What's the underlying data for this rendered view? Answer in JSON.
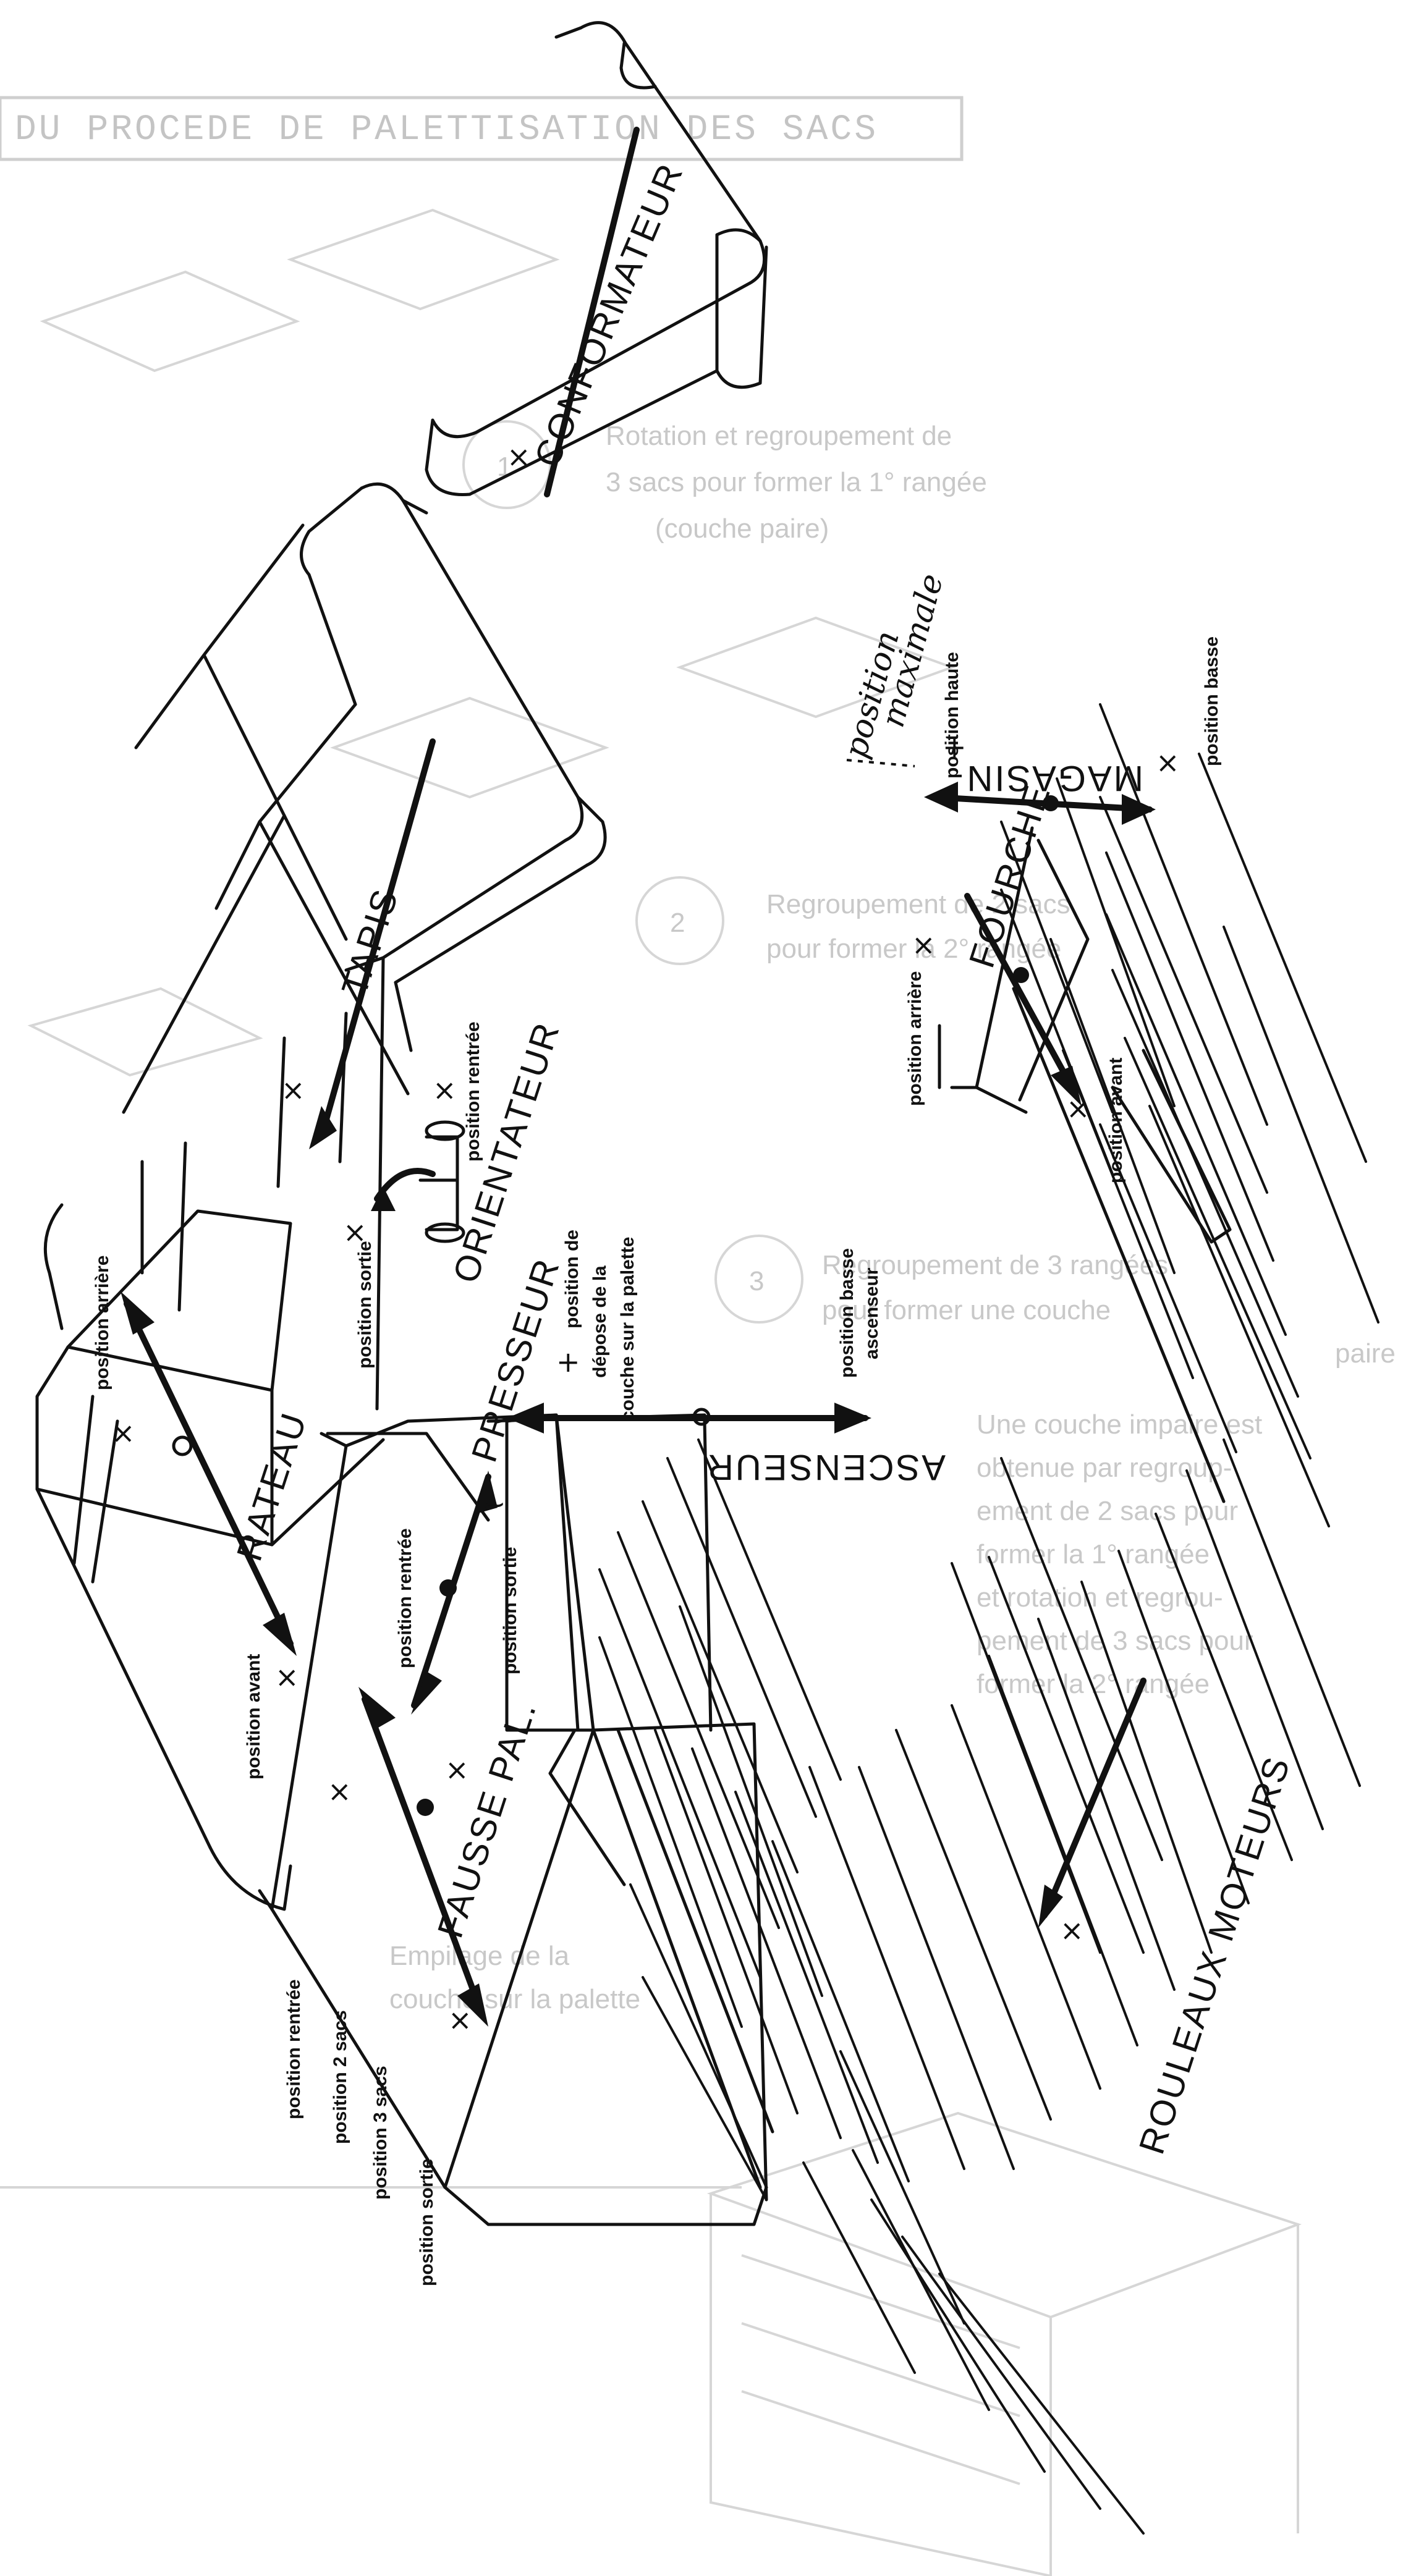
{
  "ghost": {
    "title": "DU PROCEDE DE PALETTISATION DES SACS",
    "step1_number": "1",
    "step1_text": [
      "Rotation et regroupement de",
      "3 sacs pour former la 1° rangée",
      "(couche paire)"
    ],
    "step2_number": "2",
    "step2_text": [
      "Regroupement de 2 sacs",
      "pour former la 2° rangée"
    ],
    "step3_number": "3",
    "step3_text": [
      "Regroupement de 3 rangées",
      "pour former une couche"
    ],
    "right_note": "paire",
    "paragraph": [
      "Une couche impaire est",
      "obtenue par regroup-",
      "ement de 2 sacs pour",
      "former la 1° rangée",
      "et rotation et regrou-",
      "pement de 3 sacs pour",
      "former la 2° rangée"
    ],
    "bottom_text": [
      "Empilage de la",
      "couche sur la palette"
    ]
  },
  "labels": {
    "conformateur": "CONFORMATEUR",
    "tapis": "TAPIS",
    "orientateur": "ORIENTATEUR",
    "rateau": "RATEAU",
    "presseur": "PRESSEUR",
    "fausse_pal": "FAUSSE PAL.",
    "ascenseur": "ASCENSEUR",
    "magasin": "MAGASIN",
    "fourche": "FOURCHE",
    "rouleaux_moteurs": "ROULEAUX MOTEURS"
  },
  "positions": {
    "rateau_arriere": "position arrière",
    "rateau_avant": "position avant",
    "orientateur_rentree": "position rentrée",
    "orientateur_sortie": "position sortie",
    "presseur_rentree": "position rentrée",
    "presseur_sortie": "position sortie",
    "depose": [
      "position de",
      "dépose de la",
      "couche sur la palette"
    ],
    "ascenseur_basse": [
      "position basse",
      "ascenseur"
    ],
    "magasin_haute": "position haute",
    "magasin_basse": "position basse",
    "magasin_maximale": [
      "position",
      "maximale"
    ],
    "fourche_arriere": "position arrière",
    "fourche_avant": "position avant",
    "fausse_pal": [
      "position rentrée",
      "position 2 sacs",
      "position 3 sacs",
      "position sortie"
    ]
  }
}
